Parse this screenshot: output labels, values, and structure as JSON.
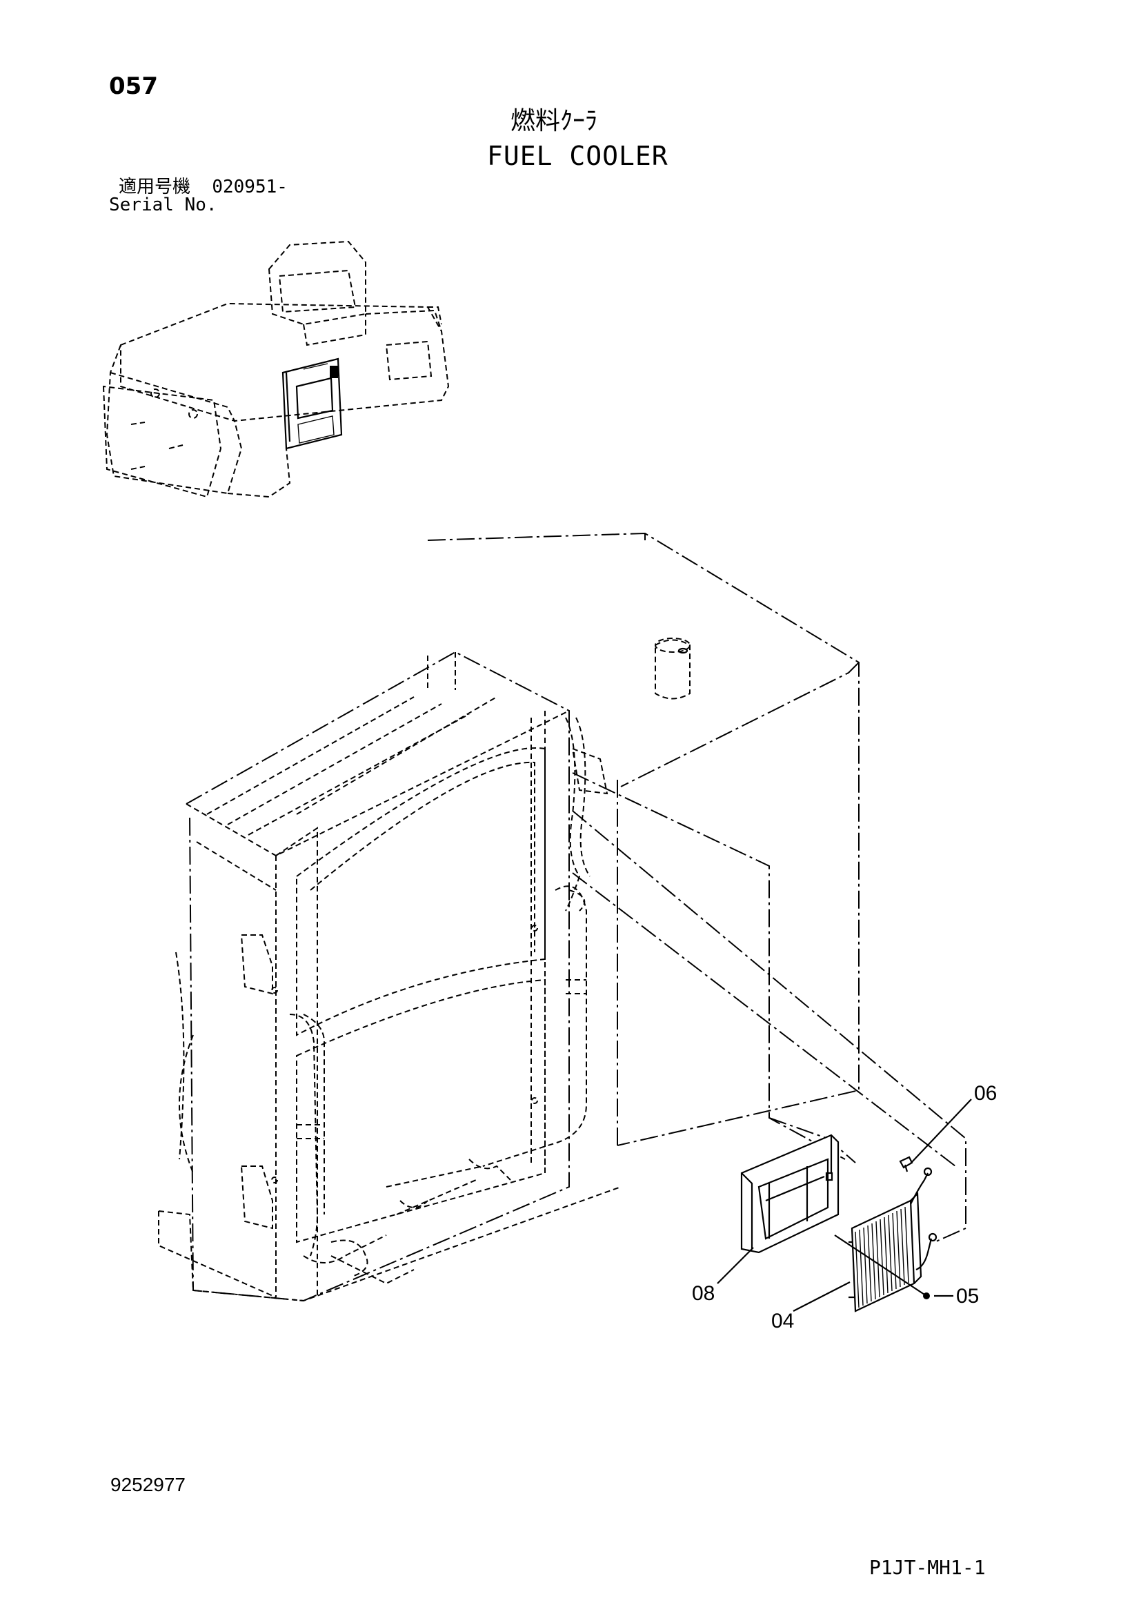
{
  "page": {
    "number": "057",
    "title_jp": "燃料ｸｰﾗ",
    "title_en": "FUEL COOLER",
    "serial_label_jp": "適用号機",
    "serial_value": "020951-",
    "serial_label_en": "Serial No.",
    "doc_number": "9252977",
    "sheet_code": "P1JT-MH1-1"
  },
  "callouts": [
    {
      "id": "06",
      "label": "06"
    },
    {
      "id": "08",
      "label": "08"
    },
    {
      "id": "05",
      "label": "05"
    },
    {
      "id": "04",
      "label": "04"
    }
  ]
}
